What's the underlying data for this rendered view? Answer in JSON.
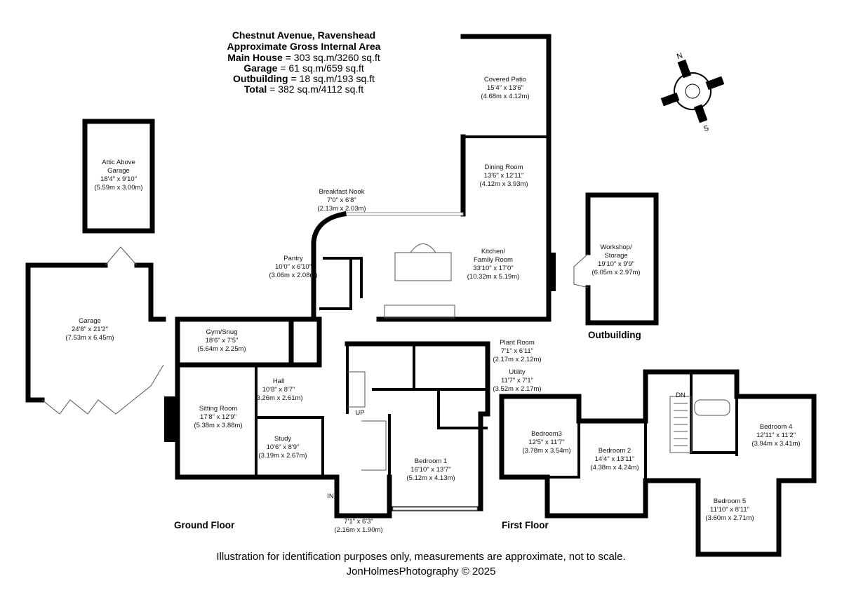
{
  "header": {
    "address": "Chestnut Avenue, Ravenshead",
    "subtitle": "Approximate Gross Internal Area",
    "areas": [
      {
        "label": "Main House",
        "value": " = 303 sq.m/3260 sq.ft"
      },
      {
        "label": "Garage",
        "value": " = 61 sq.m/659 sq.ft"
      },
      {
        "label": "Outbuilding",
        "value": " = 18 sq.m/193 sq.ft"
      },
      {
        "label": "Total",
        "value": " = 382 sq.m/4112 sq.ft"
      }
    ]
  },
  "compass": {
    "north": "N",
    "south": "S"
  },
  "rooms": {
    "attic": {
      "name": "Attic Above",
      "name2": "Garage",
      "imp": "18'4\" x 9'10\"",
      "met": "(5.59m x 3.00m)"
    },
    "garage": {
      "name": "Garage",
      "imp": "24'8\" x 21'2\"",
      "met": "(7.53m x 6.45m)"
    },
    "nook": {
      "name": "Breakfast Nook",
      "imp": "7'0\" x 6'8\"",
      "met": "(2.13m x 2.03m)"
    },
    "patio": {
      "name": "Covered Patio",
      "imp": "15'4\" x 13'6\"",
      "met": "(4.68m x 4.12m)"
    },
    "dining": {
      "name": "Dining Room",
      "imp": "13'6\" x 12'11\"",
      "met": "(4.12m x 3.93m)"
    },
    "pantry": {
      "name": "Pantry",
      "imp": "10'0\" x 6'10\"",
      "met": "(3.06m x 2.08m)"
    },
    "kitchen": {
      "name": "Kitchen/",
      "name2": "Family Room",
      "imp": "33'10\" x 17'0\"",
      "met": "(10.32m x 5.19m)"
    },
    "workshop": {
      "name": "Workshop/",
      "name2": "Storage",
      "imp": "19'10\" x 9'9\"",
      "met": "(6.05m x 2.97m)"
    },
    "gym": {
      "name": "Gym/Snug",
      "imp": "18'6\" x 7'5\"",
      "met": "(5.64m x 2.25m)"
    },
    "plant": {
      "name": "Plant Room",
      "imp": "7'1\" x 6'11\"",
      "met": "(2.17m x 2.12m)"
    },
    "utility": {
      "name": "Utility",
      "imp": "11'7\" x 7'1\"",
      "met": "(3.52m x 2.17m)"
    },
    "hall": {
      "name": "Hall",
      "imp": "10'8\" x 8'7\"",
      "met": "(3.26m x 2.61m)"
    },
    "sitting": {
      "name": "Sitting Room",
      "imp": "17'8\" x 12'9\"",
      "met": "(5.38m x 3.88m)"
    },
    "study": {
      "name": "Study",
      "imp": "10'6\" x 8'9\"",
      "met": "(3.19m x 2.67m)"
    },
    "bed1": {
      "name": "Bedroom 1",
      "imp": "16'10\" x 13'7\"",
      "met": "(5.12m x 4.13m)"
    },
    "porch": {
      "imp": "7'1\" x 6'3\"",
      "met": "(2.16m x 1.90m)"
    },
    "bed3": {
      "name": "Bedroom3",
      "imp": "12'5\" x 11'7\"",
      "met": "(3.78m x 3.54m)"
    },
    "bed2": {
      "name": "Bedroom 2",
      "imp": "14'4\" x 13'11\"",
      "met": "(4.38m x 4.24m)"
    },
    "bed4": {
      "name": "Bedroom 4",
      "imp": "12'11\" x 11'2\"",
      "met": "(3.94m x 3.41m)"
    },
    "bed5": {
      "name": "Bedroom 5",
      "imp": "11'10\" x 8'11\"",
      "met": "(3.60m x 2.71m)"
    }
  },
  "markers": {
    "up": "UP",
    "in": "IN",
    "dn": "DN"
  },
  "labels": {
    "ground": "Ground Floor",
    "first": "First Floor",
    "outbuilding": "Outbuilding"
  },
  "footer": {
    "disclaimer": "Illustration for identification purposes only, measurements are approximate, not to scale.",
    "credit": "JonHolmesPhotography © 2025"
  }
}
